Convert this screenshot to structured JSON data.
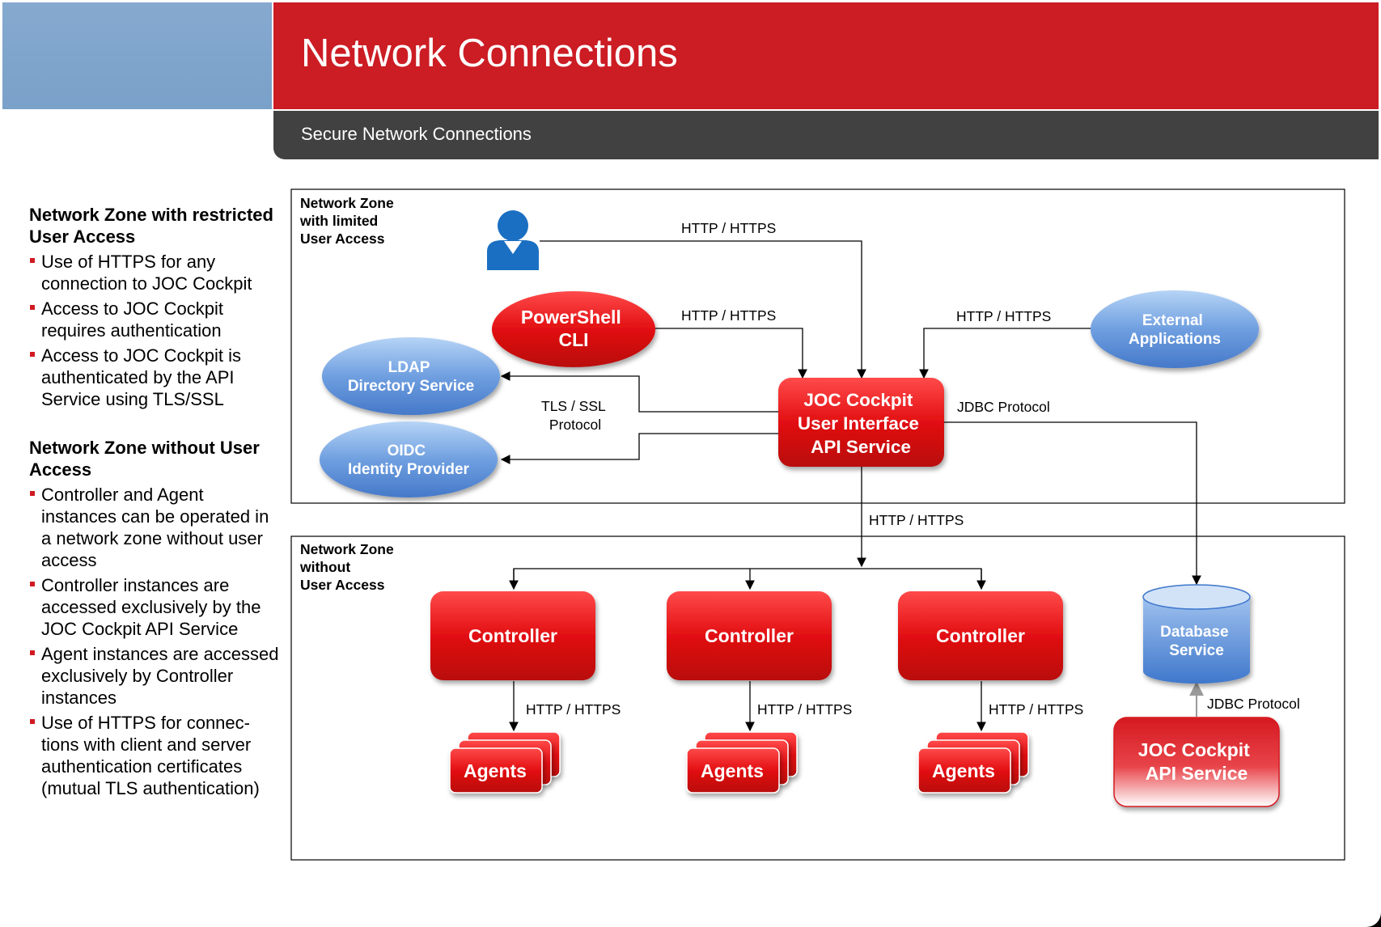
{
  "header": {
    "title": "Network Connections",
    "subtitle": "Secure Network Connections",
    "colors": {
      "brand_red": "#cc1c24",
      "accent_blue": "#7aa1c9",
      "subbar_grey": "#414141"
    }
  },
  "sidebar": {
    "sections": [
      {
        "heading": "Network Zone with restricted User Access",
        "items": [
          "Use of HTTPS for any connection to JOC Cockpit",
          "Access to JOC Cockpit requires authentication",
          "Access to JOC Cockpit is authenticated by the API Service using TLS/SSL"
        ]
      },
      {
        "heading": "Network Zone without User Access",
        "items": [
          "Controller and Agent instances can be operated in a network zone without user access",
          "Controller instances are accessed exclusively by the JOC Cockpit API Service",
          "Agent instances are accessed exclusively by Controller instances",
          "Use of HTTPS for connec-tions with client and server authentication certificates (mutual TLS authentication)"
        ]
      }
    ]
  },
  "diagram": {
    "zone_top": {
      "line1": "Network Zone",
      "line2": "with limited",
      "line3": "User Access"
    },
    "zone_bottom": {
      "line1": "Network Zone",
      "line2": "without",
      "line3": "User Access"
    },
    "nodes": {
      "user": "user-icon",
      "powershell": {
        "line1": "PowerShell",
        "line2": "CLI"
      },
      "external": {
        "line1": "External",
        "line2": "Applications"
      },
      "ldap": {
        "line1": "LDAP",
        "line2": "Directory Service"
      },
      "oidc": {
        "line1": "OIDC",
        "line2": "Identity Provider"
      },
      "joc": {
        "line1": "JOC Cockpit",
        "line2": "User Interface",
        "line3": "API Service"
      },
      "database": {
        "line1": "Database",
        "line2": "Service"
      },
      "joc_api": {
        "line1": "JOC Cockpit",
        "line2": "API Service"
      },
      "controllers": [
        "Controller",
        "Controller",
        "Controller"
      ],
      "agents": [
        "Agents",
        "Agents",
        "Agents"
      ]
    },
    "edge_labels": {
      "user_http": "HTTP / HTTPS",
      "ps_http": "HTTP / HTTPS",
      "ext_http": "HTTP / HTTPS",
      "tls_line1": "TLS / SSL",
      "tls_line2": "Protocol",
      "jdbc_top": "JDBC Protocol",
      "joc_ctrl_http": "HTTP / HTTPS",
      "ctrl_agent_http": [
        "HTTP / HTTPS",
        "HTTP / HTTPS",
        "HTTP / HTTPS"
      ],
      "jdbc_bottom": "JDBC Protocol"
    }
  }
}
